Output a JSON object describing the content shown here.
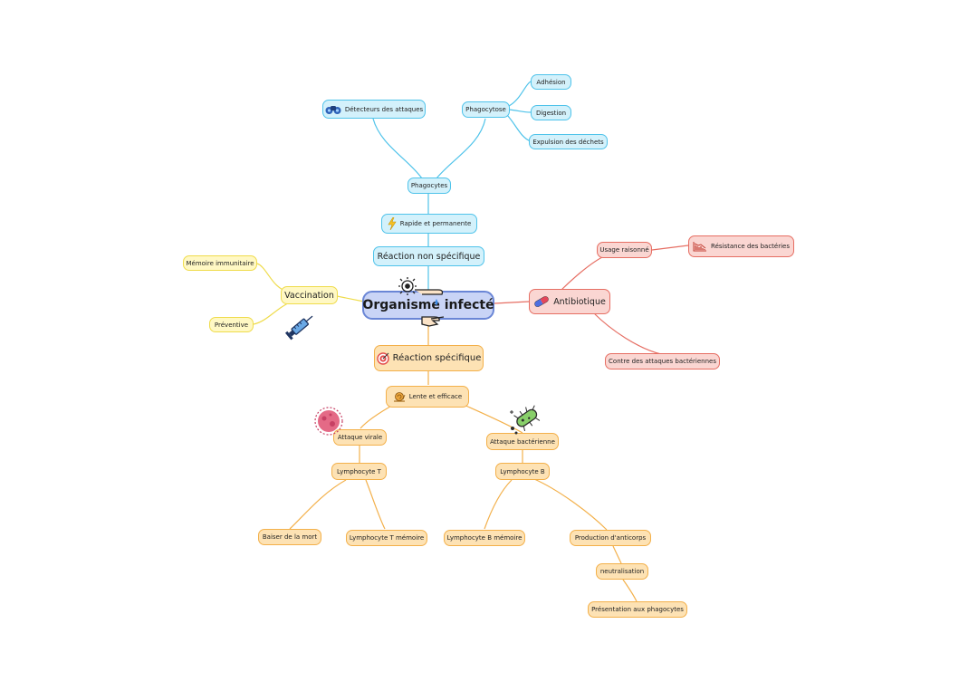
{
  "center": {
    "label": "Organisme infecté",
    "color": "#c9d4f6"
  },
  "colors": {
    "blue_branch": "#4fc3ea",
    "yellow_branch": "#efdc4c",
    "orange_branch": "#f3b04a",
    "red_branch": "#e66e63",
    "center_border": "#6a86d6"
  },
  "nonspecific": {
    "title": "Réaction non spécifique",
    "speed": {
      "label": "Rapide et permanente",
      "icon": "lightning-icon"
    },
    "phagocytes": {
      "label": "Phagocytes"
    },
    "detectors": {
      "label": "Détecteurs des attaques",
      "icon": "binoculars-icon"
    },
    "phagocytose": {
      "label": "Phagocytose",
      "steps": [
        "Adhésion",
        "Digestion",
        "Expulsion des déchets"
      ]
    }
  },
  "vaccination": {
    "label": "Vaccination",
    "icon": "syringe-icon",
    "items": [
      "Mémoire immunitaire",
      "Préventive"
    ]
  },
  "antibiotique": {
    "label": "Antibiotique",
    "icon": "pill-icon",
    "usage": "Usage raisonné",
    "resistance": {
      "label": "Résistance des bactéries",
      "icon": "chart-decline-icon"
    },
    "against": "Contre des attaques bactériennes"
  },
  "specific": {
    "title": "Réaction spécifique",
    "title_icon": "target-icon",
    "speed": {
      "label": "Lente et efficace",
      "icon": "snail-icon"
    },
    "viral": {
      "label": "Attaque virale",
      "icon": "virus-icon",
      "cell": "Lymphocyte T",
      "children": [
        "Baiser de la mort",
        "Lymphocyte T mémoire"
      ]
    },
    "bacterial": {
      "label": "Attaque bactérienne",
      "icon": "bacteria-icon",
      "cell": "Lymphocyte B",
      "memory": "Lymphocyte B mémoire",
      "antibodies": "Production d'anticorps",
      "neutralisation": "neutralisation",
      "presentation": "Présentation aux phagocytes"
    }
  }
}
